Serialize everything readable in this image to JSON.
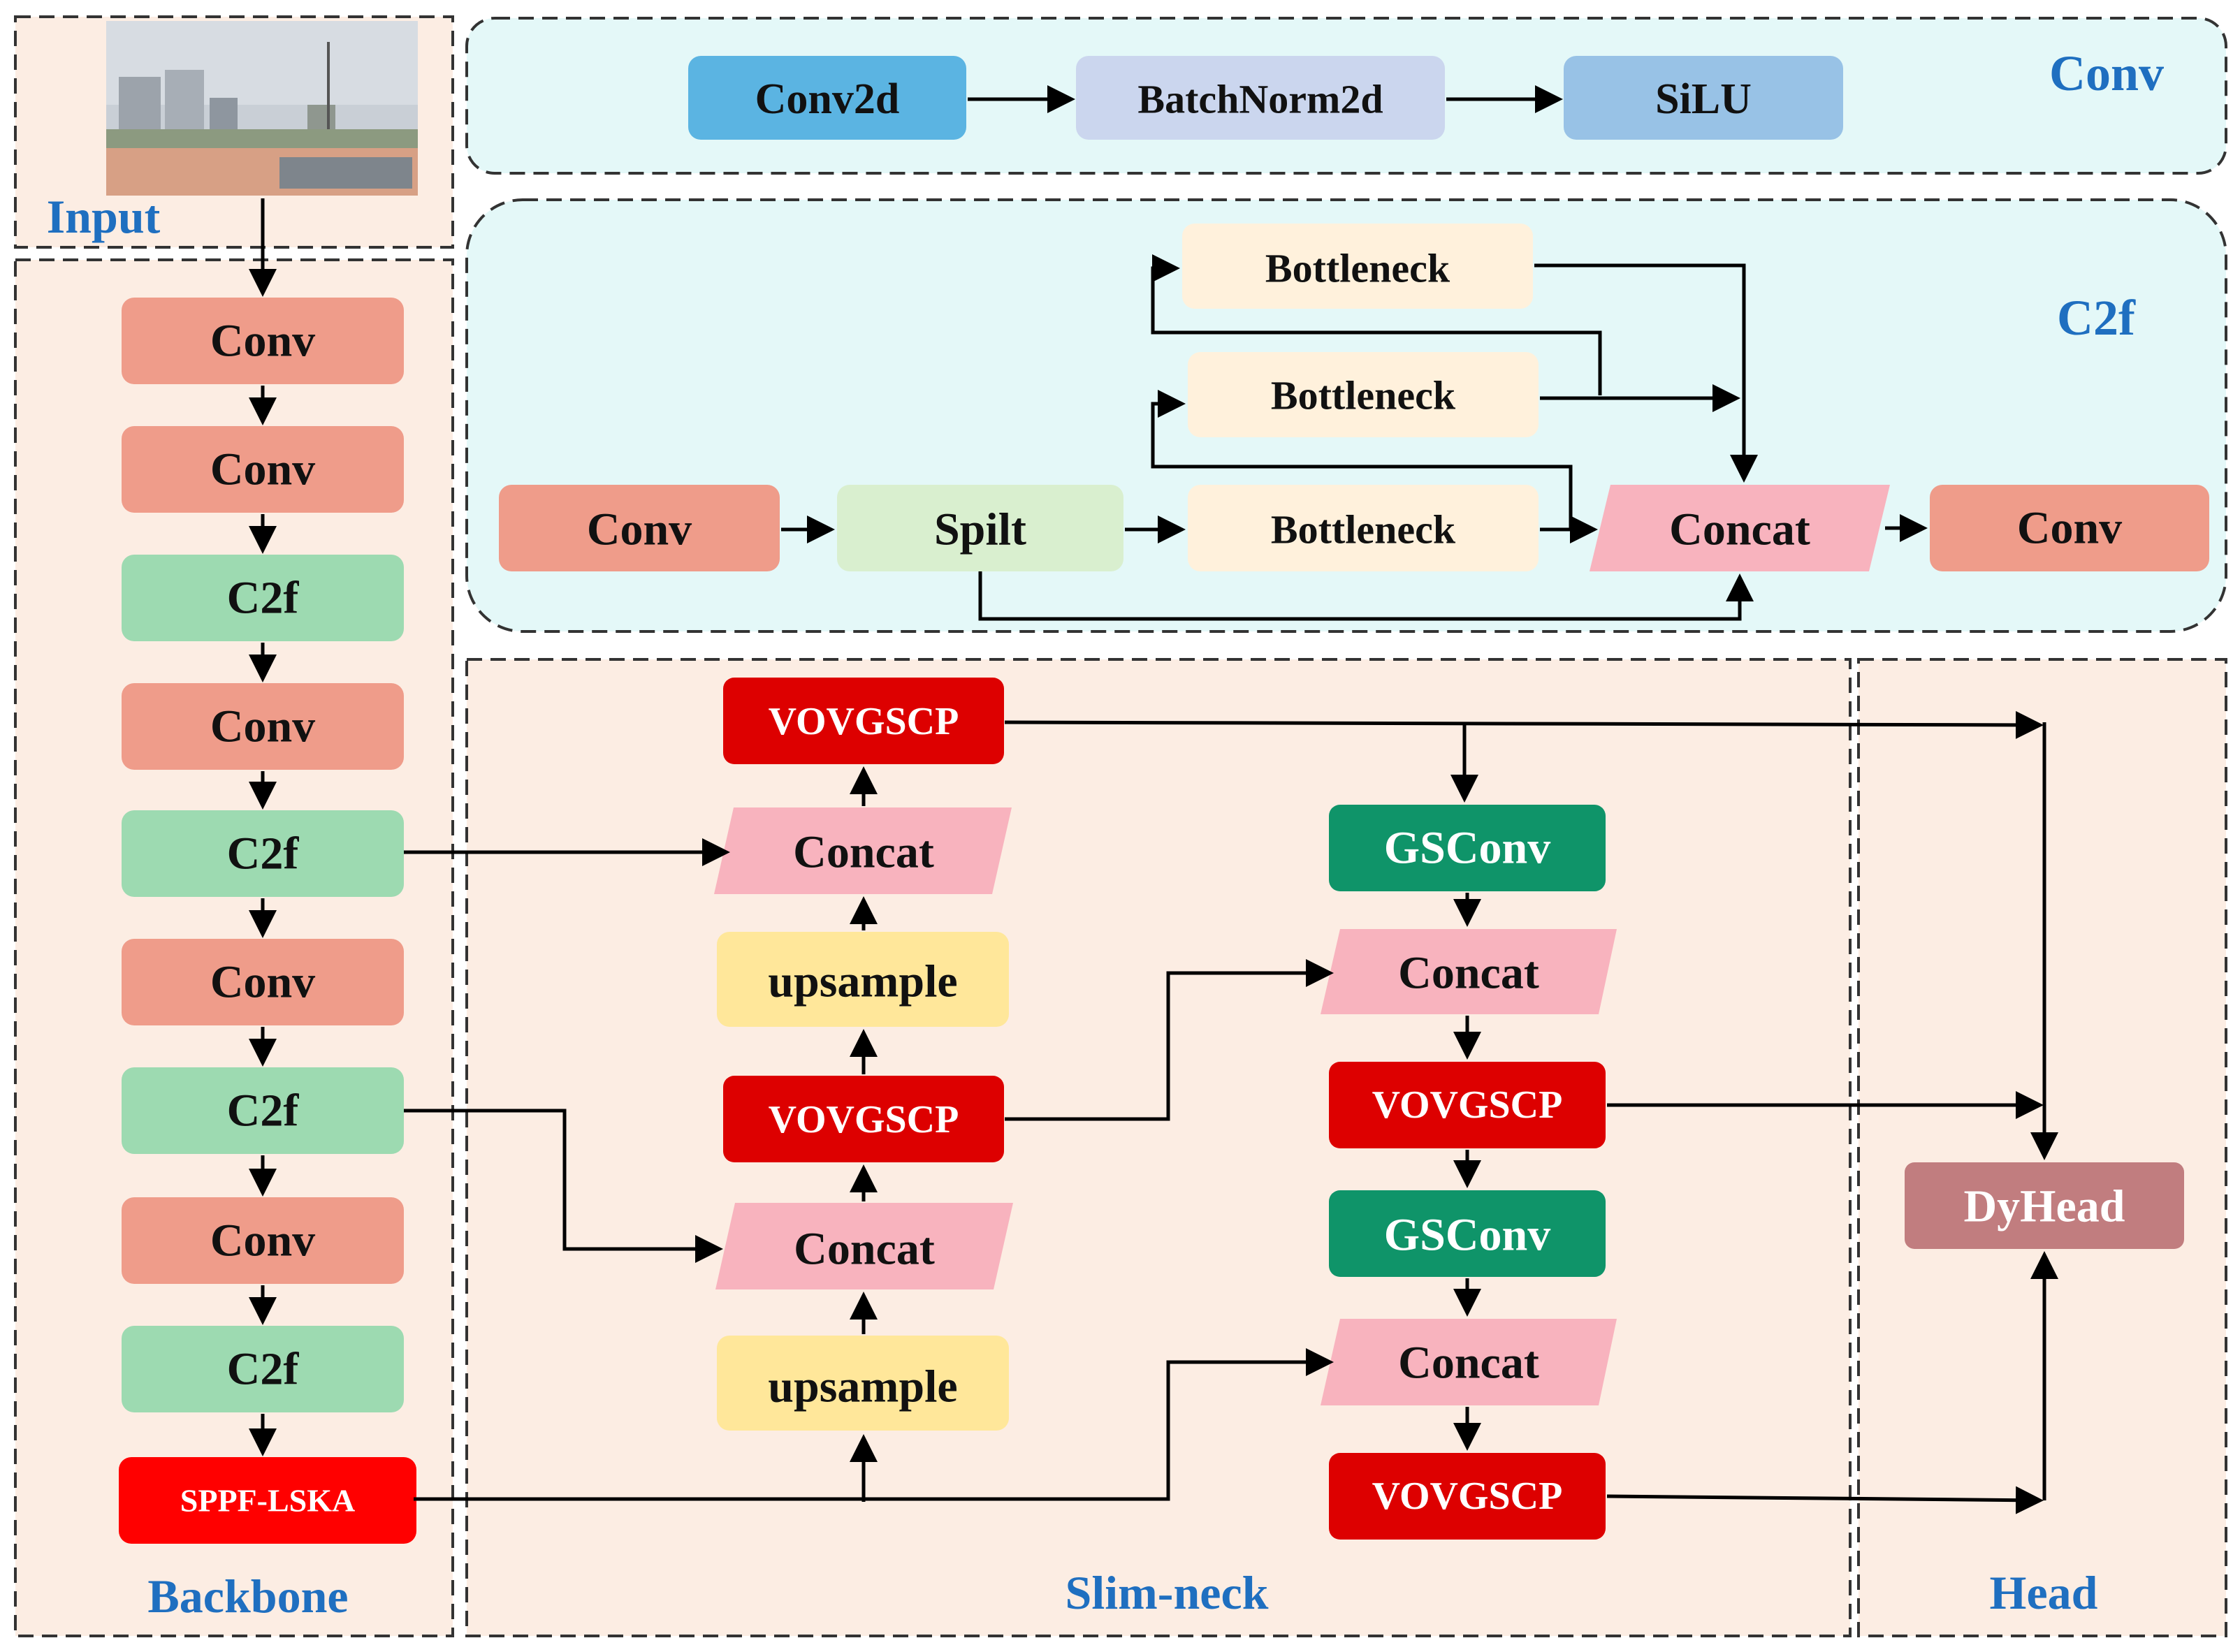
{
  "sections": {
    "input": "Input",
    "backbone": "Backbone",
    "conv": "Conv",
    "c2f": "C2f",
    "neck": "Slim-neck",
    "head": "Head"
  },
  "conv_module": {
    "conv2d": "Conv2d",
    "batchnorm": "BatchNorm2d",
    "silu": "SiLU"
  },
  "c2f_module": {
    "conv_in": "Conv",
    "split": "Spilt",
    "bottleneck_1": "Bottleneck",
    "bottleneck_2": "Bottleneck",
    "bottleneck_3": "Bottleneck",
    "concat": "Concat",
    "conv_out": "Conv"
  },
  "backbone": {
    "items": [
      "Conv",
      "Conv",
      "C2f",
      "Conv",
      "C2f",
      "Conv",
      "C2f",
      "Conv",
      "C2f",
      "SPPF-LSKA"
    ]
  },
  "neck": {
    "vovgscp_top": "VOVGSCP",
    "concat_1": "Concat",
    "upsample_1": "upsample",
    "vovgscp_mid": "VOVGSCP",
    "concat_2": "Concat",
    "upsample_2": "upsample",
    "gsconv_1": "GSConv",
    "concat_3": "Concat",
    "vovgscp_2": "VOVGSCP",
    "gsconv_2": "GSConv",
    "concat_4": "Concat",
    "vovgscp_3": "VOVGSCP"
  },
  "head": {
    "dyhead": "DyHead"
  },
  "colors": {
    "conv": "#EF9C8A",
    "c2f": "#9DDAB1",
    "sppf": "#FF0000",
    "vovgscp": "#DD0000",
    "gsconv": "#0F9469",
    "concat": "#F8B3BE",
    "upsample": "#FFE79A",
    "bottleneck": "#FFF1DC",
    "split": "#D9EFCF",
    "dyhead": "#C17D7F",
    "conv2d": "#5BB4E2",
    "batchnorm": "#CBD6EE",
    "silu": "#98C2E6",
    "panel_blue": "#E4F8F8",
    "panel_peach": "#FCEDE3",
    "title_blue": "#1F6FC0"
  }
}
